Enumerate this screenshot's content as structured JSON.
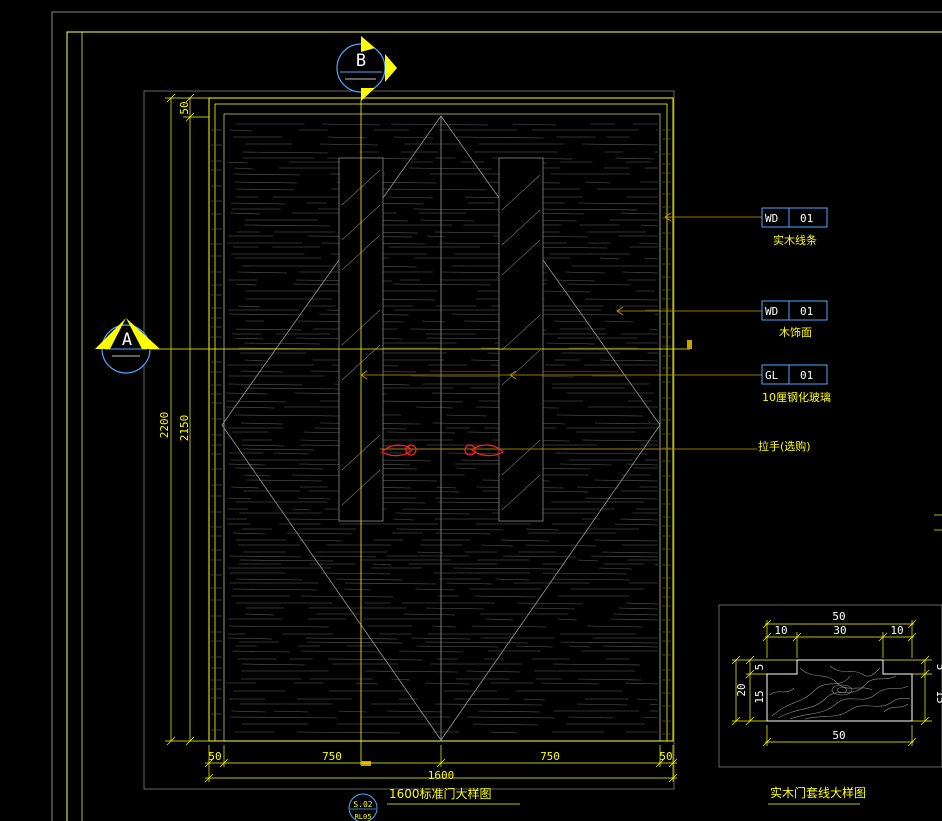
{
  "colors": {
    "background": "#000000",
    "frame": "#ffff66",
    "panel": "#7f7f7f",
    "door": "#ffff00",
    "grain": "#6e6e6e",
    "dimension": "#ffff00",
    "leader": "#c8a000",
    "tag_box": "#4da6ff",
    "section_mark": "#4da6ff",
    "handle": "#ff2020"
  },
  "elevation": {
    "section_b_label": "B",
    "section_a_label": "A",
    "dims": {
      "height_total": "2200",
      "height_leaf": "2150",
      "top_frame": "50",
      "bottom": [
        "50",
        "750",
        "750",
        "50"
      ],
      "overall_width": "1600"
    },
    "tags": [
      {
        "code": "WD",
        "num": "01",
        "desc": "实木线条"
      },
      {
        "code": "WD",
        "num": "01",
        "desc": "木饰面"
      },
      {
        "code": "GL",
        "num": "01",
        "desc": "10厘钢化玻璃"
      }
    ],
    "handle_label": "拉手(选购)",
    "title": "1600标准门大样图",
    "drawing_ref_top": "S.02",
    "drawing_ref_bottom": "RL05"
  },
  "detail": {
    "dims_top": {
      "overall": "50",
      "left": "10",
      "middle": "30",
      "right": "10"
    },
    "dims_left": {
      "top": "5",
      "body": "15",
      "overall": "20"
    },
    "dims_right": {
      "top": "5",
      "body": "15"
    },
    "dim_bottom": "50",
    "title": "实木门套线大样图"
  }
}
